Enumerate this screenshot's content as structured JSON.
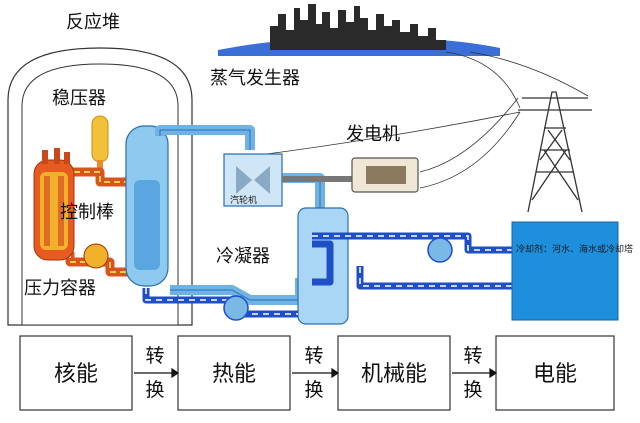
{
  "labels": {
    "reactor": "反应堆",
    "pressurizer": "稳压器",
    "steam_generator": "蒸气发生器",
    "generator": "发电机",
    "control_rod": "控制棒",
    "condenser": "冷凝器",
    "pressure_vessel": "压力容器",
    "turbine": "汽轮机",
    "cooling_source": "冷却剂：河水、海水或冷却塔"
  },
  "chain": {
    "steps": [
      "核能",
      "热能",
      "机械能",
      "电能"
    ],
    "convert_top": "转",
    "convert_bottom": "换"
  },
  "colors": {
    "primary_loop": "#d9531e",
    "secondary_loop": "#6fb3e6",
    "cooling_loop": "#1e4fc7",
    "cooling_tank": "#1d8fdc",
    "core": "#f2b12a"
  }
}
